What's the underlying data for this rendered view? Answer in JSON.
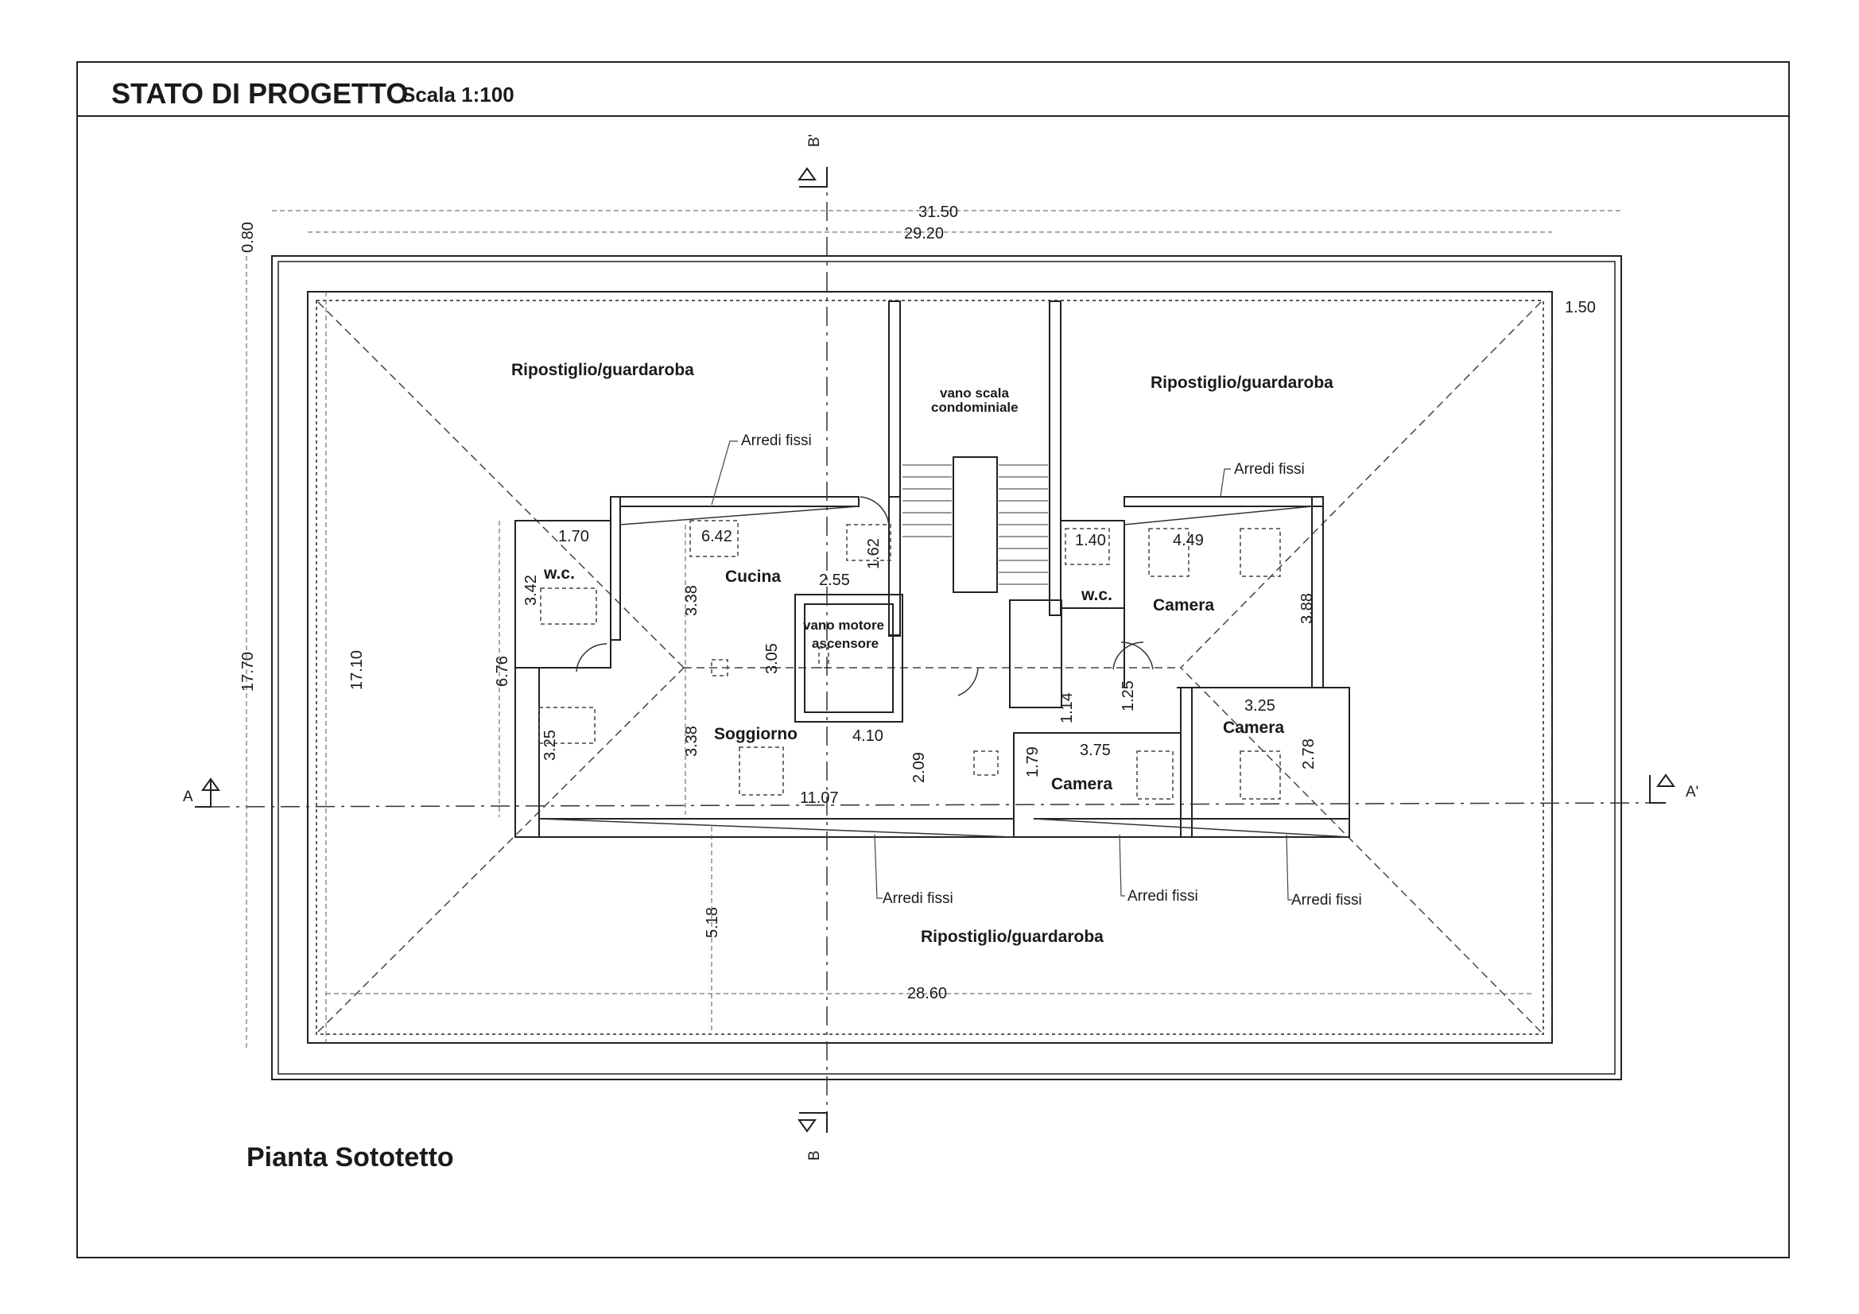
{
  "header": {
    "title": "STATO DI PROGETTO",
    "scale": "Scala 1:100"
  },
  "plan_name": "Pianta Sototetto",
  "sections": {
    "a": "A",
    "a_prime": "A'",
    "b": "B",
    "b_prime": "B'"
  },
  "rooms": {
    "storage_nw": "Ripostiglio/guardaroba",
    "storage_ne": "Ripostiglio/guardaroba",
    "storage_s": "Ripostiglio/guardaroba",
    "stair_line1": "vano scala",
    "stair_line2": "condominiale",
    "lift_line1": "vano motore",
    "lift_line2": "ascensore",
    "wc_west": "w.c.",
    "kitchen": "Cucina",
    "living": "Soggiorno",
    "wc_east": "w.c.",
    "bedroom_ne": "Camera",
    "bedroom_e": "Camera",
    "bedroom_s": "Camera"
  },
  "notes": {
    "fixed_furniture_1": "Arredi fissi",
    "fixed_furniture_2": "Arredi fissi",
    "fixed_furniture_3": "Arredi fissi",
    "fixed_furniture_4": "Arredi fissi",
    "fixed_furniture_5": "Arredi fissi"
  },
  "dimensions": {
    "overall_width": "31.50",
    "inner_width": "29.20",
    "eave_top": "0.80",
    "eave_right": "1.50",
    "overall_depth": "17.70",
    "inner_depth": "17.10",
    "bottom_width": "28.60",
    "kitchen_width": "6.42",
    "wc_west_width": "1.70",
    "kitchen_depth": "3.38",
    "living_depth": "3.38",
    "wc_west_depth": "3.42",
    "west_wing": "6.76",
    "west_lower": "3.25",
    "stair_offset": "1.62",
    "lift_width_top": "2.55",
    "lift_depth": "3.05",
    "lift_width": "4.10",
    "living_width": "11.07",
    "corridor_depth": "2.09",
    "south_storage": "5.18",
    "wc_east_width": "1.40",
    "bedroom_ne_width": "4.49",
    "bedroom_ne_depth": "3.88",
    "hall_depth": "1.14",
    "hall_door": "1.25",
    "bedroom_e_width": "3.25",
    "bedroom_e_depth": "2.78",
    "bedroom_s_width": "3.75",
    "bedroom_s_depth": "1.79"
  }
}
